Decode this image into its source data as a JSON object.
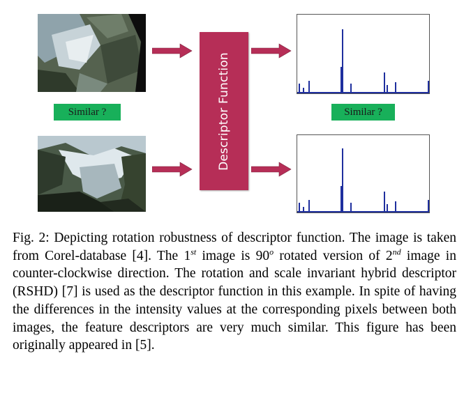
{
  "figure": {
    "descriptor_label": "Descriptor Function",
    "similar_left": "Similar ?",
    "similar_right": "Similar ?",
    "colors": {
      "descriptor_box": "#b62e57",
      "arrow": "#b62e57",
      "badge": "#18b05a",
      "histogram_bar": "#1f2f9e"
    }
  },
  "caption": {
    "part1": "Fig. 2: Depicting rotation robustness of descriptor function. The image is taken from Corel-database [4]. The ",
    "n1": "1",
    "sup1": "st",
    "part2": " image is ",
    "n2": "90",
    "sup2": "o",
    "part3": " rotated version of ",
    "n3": "2",
    "sup3": "nd",
    "part4": " image in counter-clockwise direction. The rotation and scale invariant hybrid descriptor (RSHD) [7] is used as the descriptor function in this example. In spite of having the differences in the intensity values at the corresponding pixels between both images, the feature descriptors are very much similar. This figure has been originally appeared in [5]."
  }
}
